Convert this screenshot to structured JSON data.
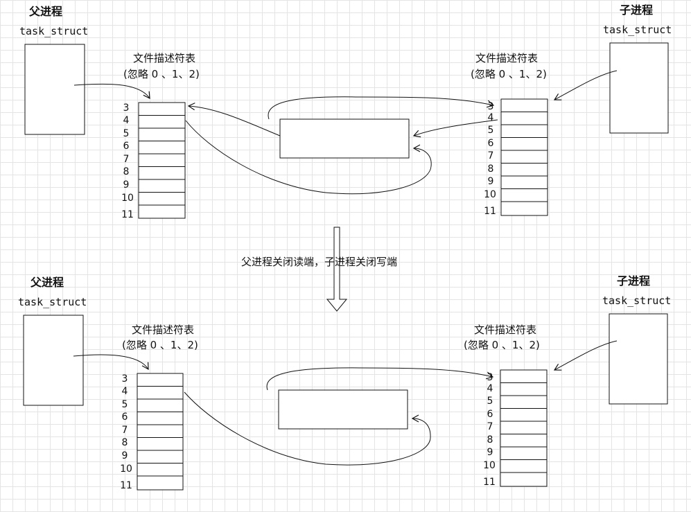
{
  "top": {
    "parent": {
      "title": "父进程",
      "struct": "task_struct"
    },
    "child": {
      "title": "子进程",
      "struct": "task_struct"
    },
    "parent_fdt": {
      "title": "文件描述符表",
      "note": "(忽略 0 、1、2)",
      "fds": [
        "3",
        "4",
        "5",
        "6",
        "7",
        "8",
        "9",
        "10",
        "11"
      ]
    },
    "child_fdt": {
      "title": "文件描述符表",
      "note": "(忽略 0 、1、2)",
      "fds": [
        "3",
        "4",
        "5",
        "6",
        "7",
        "8",
        "9",
        "10",
        "11"
      ]
    }
  },
  "transition": {
    "caption": "父进程关闭读端，子进程关闭写端"
  },
  "bottom": {
    "parent": {
      "title": "父进程",
      "struct": "task_struct"
    },
    "child": {
      "title": "子进程",
      "struct": "task_struct"
    },
    "parent_fdt": {
      "title": "文件描述符表",
      "note": "(忽略 0 、1、2)",
      "fds": [
        "3",
        "4",
        "5",
        "6",
        "7",
        "8",
        "9",
        "10",
        "11"
      ]
    },
    "child_fdt": {
      "title": "文件描述符表",
      "note": "(忽略 0 、1、2)",
      "fds": [
        "3",
        "4",
        "5",
        "6",
        "7",
        "8",
        "9",
        "10",
        "11"
      ]
    }
  }
}
